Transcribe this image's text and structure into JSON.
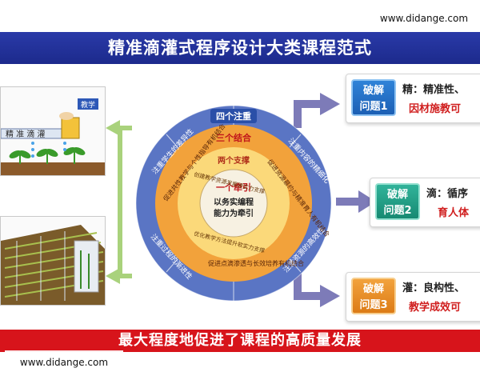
{
  "watermark_top": "www.didange.com",
  "watermark_bottom": "www.didange.com",
  "title": "精准滴灌式程序设计大类课程范式",
  "bottom_banner": "最大程度地促进了课程的高质量发展",
  "left_panels": {
    "top_tag": "教学",
    "top_pipe_label": "精 准 滴 灌"
  },
  "circle": {
    "ring1_label": "四个注重",
    "ring1_items": [
      "注重内容的精细化",
      "注重资源的高效性",
      "注重过程的渐进性",
      "注重学生的差异性"
    ],
    "ring2_label": "三个结合",
    "ring2_items": [
      "促进资源慕约与精准育人有机结合",
      "促进点滴渗透与长效培养有机结合",
      "促进共性教学与个性指导有机结合"
    ],
    "ring3_label": "两个支撑",
    "ring3_items": [
      "创建教学资源发展硬实力支撑",
      "优化教学方法提升软实力支撑"
    ],
    "core_label": "一个牵引",
    "core_text_1": "以务实编程",
    "core_text_2": "能力为牵引"
  },
  "cards": [
    {
      "badge_1": "破解",
      "badge_2": "问题1",
      "line_1": "精：精准性、",
      "line_2": "因材施教可"
    },
    {
      "badge_1": "破解",
      "badge_2": "问题2",
      "line_1": "滴：循序",
      "line_2": "育人体"
    },
    {
      "badge_1": "破解",
      "badge_2": "问题3",
      "line_1": "灌：良构性、",
      "line_2": "教学成效可"
    }
  ],
  "colors": {
    "title_bg": "#1c2a8c",
    "banner_bg": "#d7141b",
    "ring_outer": "#5a75c4",
    "ring_second": "#f2a23b",
    "ring_third": "#fbd97a",
    "core": "#f7f1e2",
    "arrow_purple": "#7d7bb8",
    "arrow_green": "#a9d27c"
  }
}
